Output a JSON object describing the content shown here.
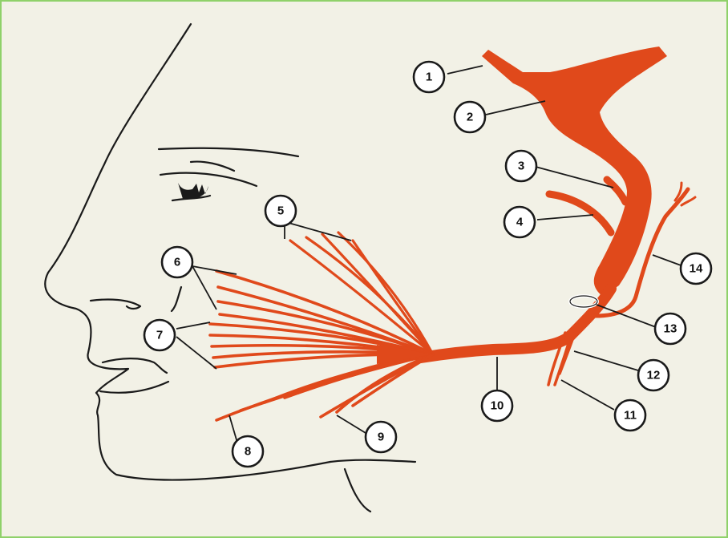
{
  "colors": {
    "nerve": "#e0491b",
    "background": "#f2f1e6",
    "frame_border": "#8fd16a",
    "outline": "#1a1a1a"
  },
  "callouts": [
    "1",
    "2",
    "3",
    "4",
    "5",
    "6",
    "7",
    "8",
    "9",
    "10",
    "11",
    "12",
    "13",
    "14"
  ]
}
